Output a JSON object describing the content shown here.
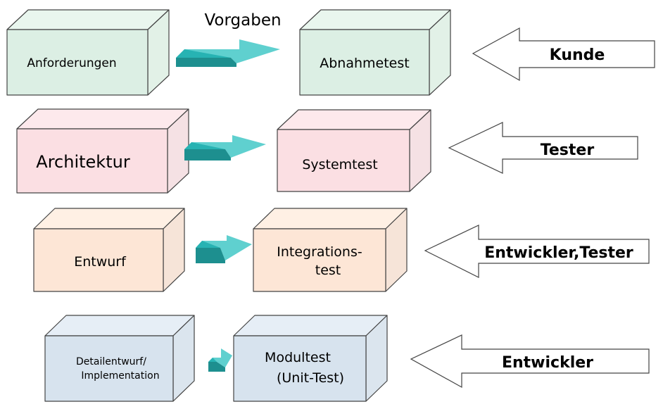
{
  "header": {
    "vorgaben": "Vorgaben"
  },
  "left_boxes": [
    {
      "lines": [
        "Anforderungen"
      ],
      "front": "#dcefe4",
      "top": "#e9f6ee",
      "side": "#e2f1e7"
    },
    {
      "lines": [
        "Architektur"
      ],
      "front": "#fbdfe3",
      "top": "#fde9ec",
      "side": "#f5e1e4"
    },
    {
      "lines": [
        "Entwurf"
      ],
      "front": "#fde6d6",
      "top": "#fff0e4",
      "side": "#f6e4d8"
    },
    {
      "lines": [
        "Detailentwurf/",
        "Implementation"
      ],
      "front": "#d7e3ee",
      "top": "#e6eef6",
      "side": "#dbe5ee"
    }
  ],
  "right_boxes": [
    {
      "lines": [
        "Abnahmetest"
      ],
      "front": "#dcefe4",
      "top": "#e9f6ee",
      "side": "#e2f1e7"
    },
    {
      "lines": [
        "Systemtest"
      ],
      "front": "#fbdfe3",
      "top": "#fde9ec",
      "side": "#f5e1e4"
    },
    {
      "lines": [
        "Integrations-",
        "test"
      ],
      "front": "#fde6d6",
      "top": "#fff0e4",
      "side": "#f6e4d8"
    },
    {
      "lines": [
        "Modultest",
        "(Unit-Test)"
      ],
      "front": "#d7e3ee",
      "top": "#e6eef6",
      "side": "#dbe5ee"
    }
  ],
  "roles": [
    "Kunde",
    "Tester",
    "Entwickler,Tester",
    "Entwickler"
  ],
  "colors": {
    "stroke": "#444444",
    "arrow_teal": "#27b3b3",
    "arrow_teal_light": "#5fd0cf",
    "arrow_teal_dark": "#1d8f8f"
  }
}
